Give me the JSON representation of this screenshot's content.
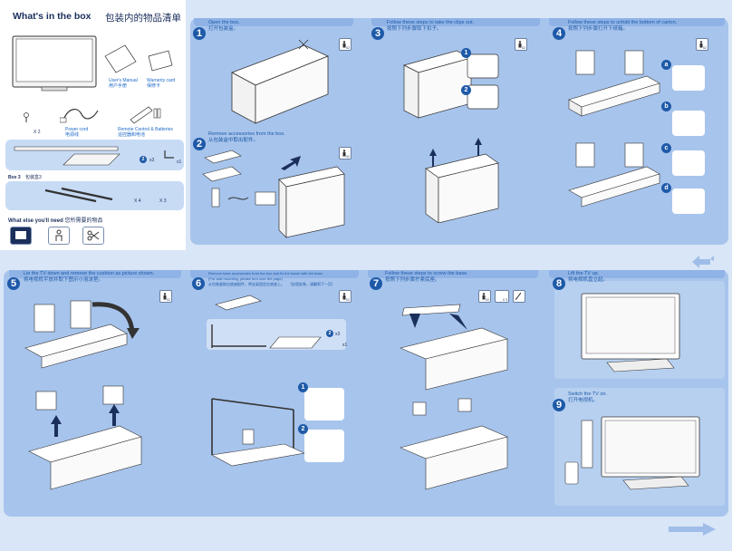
{
  "inbox": {
    "title": "What's in the box",
    "title_cn": "包装内的物品清单",
    "user_manual": "User's Manual",
    "user_manual_cn": "用户手册",
    "warranty": "Warranty card",
    "warranty_cn": "保修卡",
    "screw_qty": "X 2",
    "power_cord": "Power cord",
    "power_cord_cn": "电源线",
    "remote": "Remote Control & Batteries",
    "remote_cn": "遥控器和电池",
    "box1_qty": "x3",
    "box1_qty2": "x1",
    "box3": "Box 3",
    "box3_cn": "包装盒3",
    "box3_qty_a": "X 4",
    "box3_qty_b": "X 3",
    "else_title": "What else you'll need",
    "else_title_cn": "您所需要的物品"
  },
  "steps": [
    {
      "num": "1",
      "en": "Open the box.",
      "cn": "打开包装盒。",
      "badge": "X2"
    },
    {
      "num": "2",
      "en": "Remove accessories from the box.",
      "cn": "从包装盒中取出配件。",
      "badge": "X2"
    },
    {
      "num": "3",
      "en": "Follow these steps to take the clips out.",
      "cn": "按照下列步骤取下扣子。",
      "badge": "X2",
      "sub": [
        "1",
        "2"
      ]
    },
    {
      "num": "4",
      "en": "Follow these steps to unfold the bottom of carton.",
      "cn": "按照下列步骤打开下纸箱。",
      "badge": "X2",
      "sub": [
        "a",
        "b",
        "c",
        "d"
      ]
    },
    {
      "num": "5",
      "en": "Lie the TV down and remove the cushion as picture shown.",
      "cn": "将电视机平放并取下图示小泡沫垫。",
      "badge": "X2"
    },
    {
      "num": "6",
      "en": "Remove base accessories from the box and fix the frame with the base.",
      "en2": "(For wall mounting, please turn over the page)",
      "cn": "从包装盒取出底座配件，将支架固定在底座上。",
      "cn2": "（挂墙安装，请翻到下一页）",
      "badge": "X2",
      "qty_a": "x3",
      "qty_b": "x1",
      "sub": [
        "1",
        "2"
      ]
    },
    {
      "num": "7",
      "en": "Follow these steps to screw the base.",
      "cn": "按照下列步骤拧紧底座。",
      "badge": "X2",
      "qty": "X 3"
    },
    {
      "num": "8",
      "en": "Lift the TV up.",
      "cn": "将电视机直立起。"
    },
    {
      "num": "9",
      "en": "Switch the TV on.",
      "cn": "打开电视机。"
    }
  ],
  "colors": {
    "accent": "#1e5aa8",
    "panel": "#a7c4ec",
    "background": "#d9e6f7"
  }
}
